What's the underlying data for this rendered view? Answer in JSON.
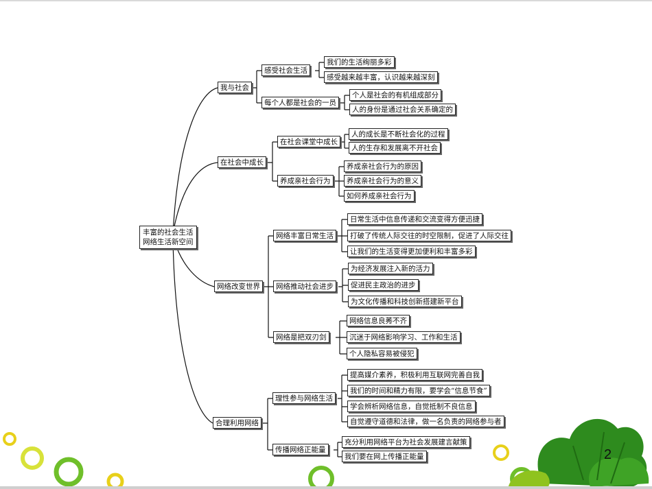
{
  "root": {
    "line1": "丰富的社会生活",
    "line2": "网络生活新空间"
  },
  "l1": [
    "我与社会",
    "在社会中成长",
    "网络改变世界",
    "合理利用网络"
  ],
  "l2": [
    "感受社会生活",
    "每个人都是社会的一员",
    "在社会课堂中成长",
    "养成亲社会行为",
    "网络丰富日常生活",
    "网络推动社会进步",
    "网络是把双刃剑",
    "理性参与网络生活",
    "传播网络正能量"
  ],
  "l3": [
    "我们的生活绚丽多彩",
    "感受越来越丰富，认识越来越深刻",
    "个人是社会的有机组成部分",
    "人的身份是通过社会关系确定的",
    "人的成长是不断社会化的过程",
    "人的生存和发展离不开社会",
    "养成亲社会行为的原因",
    "养成亲社会行为的意义",
    "如何养成亲社会行为",
    "日常生活中信息传递和交流变得方便迅捷",
    "打破了传统人际交往的时空限制，促进了人际交往",
    "让我们的生活变得更加便利和丰富多彩",
    "为经济发展注入新的活力",
    "促进民主政治的进步",
    "为文化传播和科技创新搭建新平台",
    "网络信息良莠不齐",
    "沉迷于网络影响学习、工作和生活",
    "个人隐私容易被侵犯",
    "提高媒介素养，积极利用互联网完善自我",
    "我们的时间和精力有限，要学会“信息节食”",
    "学会辨析网络信息，自觉抵制不良信息",
    "自觉遵守道德和法律，做一名负责的网络参与者",
    "充分利用网络平台为社会发展建言献策",
    "我们要在网上传播正能量"
  ],
  "page_number": "2",
  "colors": {
    "leaf_green": "#2e8b1e",
    "leaf_light": "#8fc31f",
    "ring_yellow": "#e8d01a",
    "ring_green": "#6fbf2a"
  }
}
